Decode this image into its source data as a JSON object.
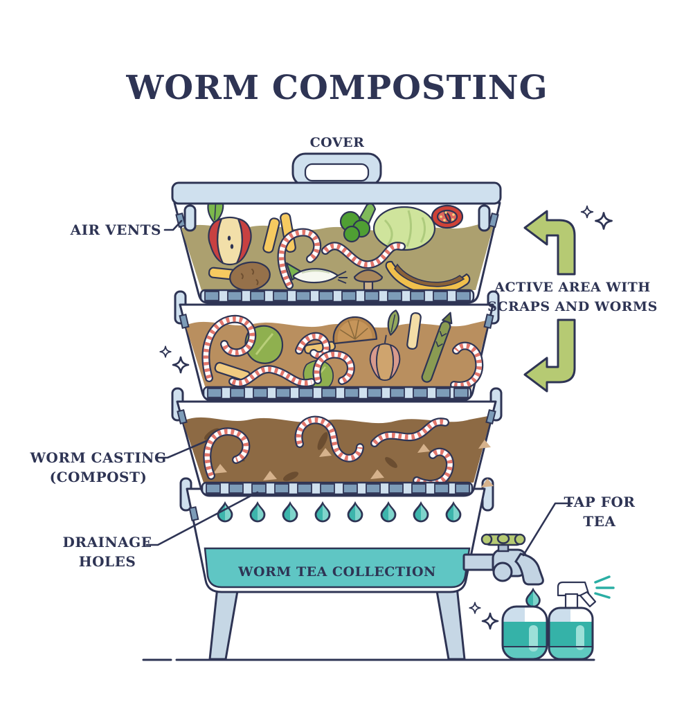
{
  "title": "WORM COMPOSTING",
  "labels": {
    "cover": "COVER",
    "air_vents": "AIR VENTS",
    "active_area": {
      "line1": "ACTIVE AREA WITH",
      "line2": "SCRAPS AND WORMS"
    },
    "worm_casting": {
      "line1": "WORM CASTING",
      "line2": "(COMPOST)"
    },
    "drainage_holes": {
      "line1": "DRAINAGE",
      "line2": "HOLES"
    },
    "worm_tea": "WORM TEA COLLECTION",
    "tap_for_tea": {
      "line1": "TAP FOR",
      "line2": "TEA"
    }
  },
  "colors": {
    "outline_navy": "#2e3454",
    "panel_blue": "#cfe0ee",
    "slot_steel_blue": "#7d9cb8",
    "arrow_green": "#b6ca73",
    "tea_teal": "#5fc6c4",
    "droplet_teal": "#3db5ac",
    "tier1_bedding": "#aca06f",
    "tier2_compost": "#b98f5f",
    "tier3_castings": "#8d6a44",
    "worm_stripe": "#e2766b"
  },
  "icons": [
    "lid-handle-icon",
    "sparkle-icon",
    "worm-icon",
    "apple-core-icon",
    "leaf-icon",
    "french-fry-icon",
    "broccoli-icon",
    "lettuce-icon",
    "tomato-icon",
    "banana-icon",
    "potato-icon",
    "spring-onion-icon",
    "mushroom-icon",
    "citrus-slice-icon",
    "asparagus-icon",
    "curved-arrow-icon",
    "droplet-icon",
    "tap-icon",
    "jar-bottle-icon",
    "spray-bottle-icon"
  ]
}
